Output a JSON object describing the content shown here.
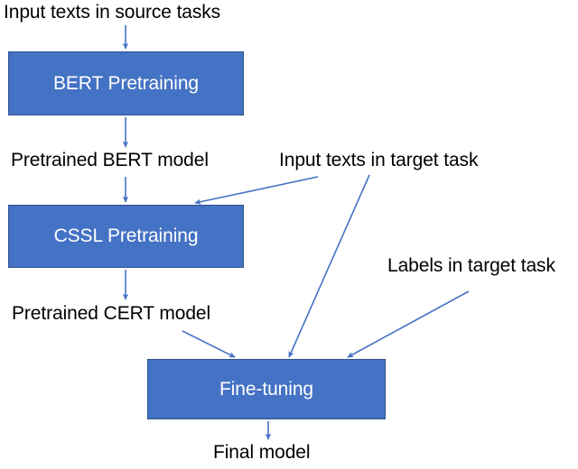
{
  "diagram": {
    "title": "CERT training pipeline flowchart",
    "background_color": "#FFFFFF",
    "box_fill_color": "#4472C4",
    "box_border_color": "#2F528F",
    "box_text_color": "#FFFFFF",
    "arrow_color": "#4472C4",
    "caption_text_color": "#000000",
    "boxes": [
      {
        "id": "bert",
        "label": "BERT Pretraining"
      },
      {
        "id": "cssl",
        "label": "CSSL Pretraining"
      },
      {
        "id": "finetuning",
        "label": "Fine-tuning"
      }
    ],
    "captions": [
      {
        "id": "input_source",
        "text": "Input texts in source tasks"
      },
      {
        "id": "pretrained_bert",
        "text": "Pretrained BERT model"
      },
      {
        "id": "input_target",
        "text": "Input texts in target task"
      },
      {
        "id": "labels_target",
        "text": "Labels in target task"
      },
      {
        "id": "pretrained_cert",
        "text": "Pretrained CERT model"
      },
      {
        "id": "final_model",
        "text": "Final model"
      }
    ],
    "edges": [
      {
        "id": "e1",
        "from": "Input texts in source tasks",
        "to": "BERT Pretraining"
      },
      {
        "id": "e2",
        "from": "BERT Pretraining",
        "to": "Pretrained BERT model"
      },
      {
        "id": "e3",
        "from": "Pretrained BERT model",
        "to": "CSSL Pretraining"
      },
      {
        "id": "e4",
        "from": "Input texts in target task",
        "to": "CSSL Pretraining"
      },
      {
        "id": "e5",
        "from": "CSSL Pretraining",
        "to": "Pretrained CERT model"
      },
      {
        "id": "e6",
        "from": "Pretrained CERT model",
        "to": "Fine-tuning"
      },
      {
        "id": "e7",
        "from": "Input texts in target task",
        "to": "Fine-tuning"
      },
      {
        "id": "e8",
        "from": "Labels in target task",
        "to": "Fine-tuning"
      },
      {
        "id": "e9",
        "from": "Fine-tuning",
        "to": "Final model"
      }
    ]
  }
}
